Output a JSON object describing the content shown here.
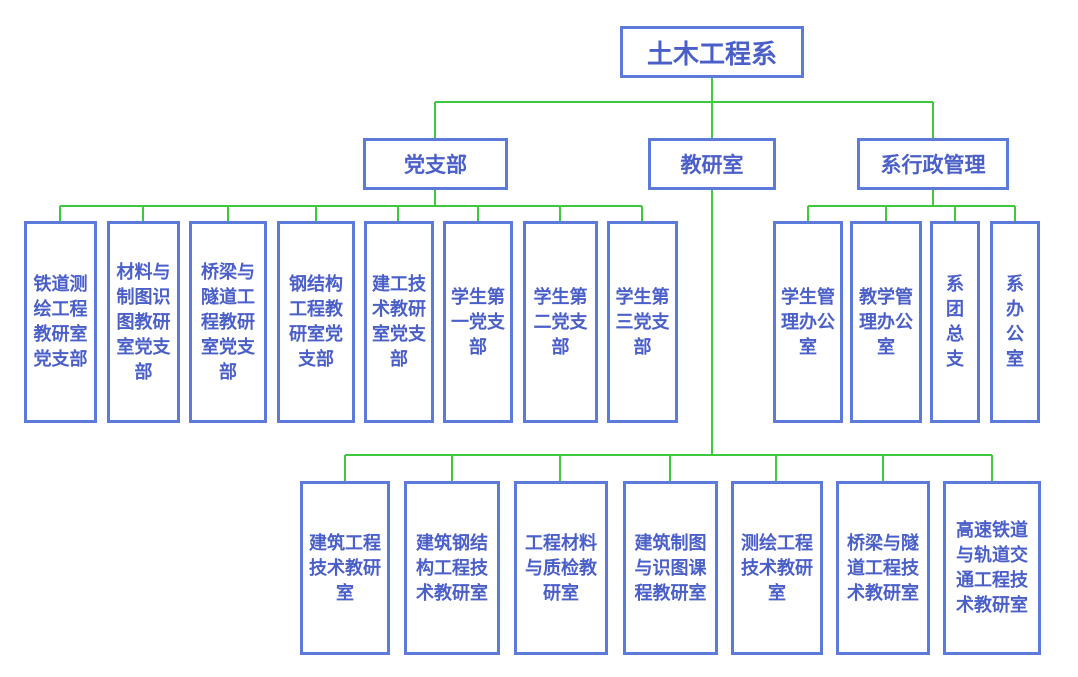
{
  "root": "土木工程系",
  "departments": [
    {
      "name": "党支部",
      "children": [
        "铁道测绘工程教研室党支部",
        "材料与制图识图教研室党支部",
        "桥梁与隧道工程教研室党支部",
        "钢结构工程教研室党支部",
        "建工技术教研室党支部",
        "学生第一党支部",
        "学生第二党支部",
        "学生第三党支部"
      ]
    },
    {
      "name": "教研室",
      "children": [
        "建筑工程技术教研室",
        "建筑钢结构工程技术教研室",
        "工程材料与质检教研室",
        "建筑制图与识图课程教研室",
        "测绘工程技术教研室",
        "桥梁与隧道工程技术教研室",
        "高速铁道与轨道交通工程技术教研室"
      ]
    },
    {
      "name": "系行政管理",
      "children": [
        "学生管理办公室",
        "教学管理办公室",
        "系团总支",
        "系办公室"
      ]
    }
  ],
  "colors": {
    "box_border": "#5b7ad9",
    "text": "#4a5fc8",
    "connector": "#3ec83e"
  }
}
